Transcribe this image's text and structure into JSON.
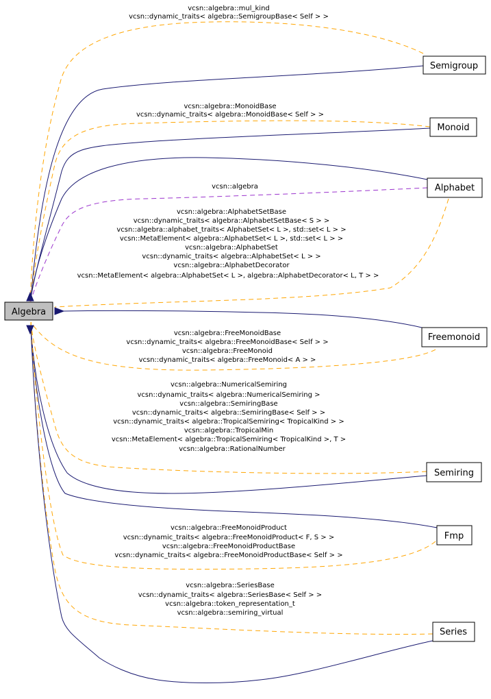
{
  "nodes": {
    "algebra": "Algebra",
    "semigroup": "Semigroup",
    "monoid": "Monoid",
    "alphabet": "Alphabet",
    "freemonoid": "Freemonoid",
    "semiring": "Semiring",
    "fmp": "Fmp",
    "series": "Series"
  },
  "labels": {
    "semigroup": [
      "vcsn::algebra::mul_kind",
      "vcsn::dynamic_traits< algebra::SemigroupBase< Self > >"
    ],
    "monoid": [
      "vcsn::algebra::MonoidBase",
      "vcsn::dynamic_traits< algebra::MonoidBase< Self > >"
    ],
    "alphabet_ns": [
      "vcsn::algebra"
    ],
    "alphabet": [
      "vcsn::algebra::AlphabetSetBase",
      "vcsn::dynamic_traits< algebra::AlphabetSetBase< S > >",
      "vcsn::algebra::alphabet_traits< AlphabetSet< L >, std::set< L > >",
      "vcsn::MetaElement< algebra::AlphabetSet< L >, std::set< L > >",
      "vcsn::algebra::AlphabetSet",
      "vcsn::dynamic_traits< algebra::AlphabetSet< L > >",
      "vcsn::algebra::AlphabetDecorator",
      "vcsn::MetaElement< algebra::AlphabetSet< L >, algebra::AlphabetDecorator< L, T > >"
    ],
    "freemonoid": [
      "vcsn::algebra::FreeMonoidBase",
      "vcsn::dynamic_traits< algebra::FreeMonoidBase< Self > >",
      "vcsn::algebra::FreeMonoid",
      "vcsn::dynamic_traits< algebra::FreeMonoid< A > >"
    ],
    "semiring": [
      "vcsn::algebra::NumericalSemiring",
      "vcsn::dynamic_traits< algebra::NumericalSemiring >",
      "vcsn::algebra::SemiringBase",
      "vcsn::dynamic_traits< algebra::SemiringBase< Self > >",
      "vcsn::dynamic_traits< algebra::TropicalSemiring< TropicalKind > >",
      "vcsn::algebra::TropicalMin",
      "vcsn::MetaElement< algebra::TropicalSemiring< TropicalKind >, T >",
      "vcsn::algebra::RationalNumber"
    ],
    "fmp": [
      "vcsn::algebra::FreeMonoidProduct",
      "vcsn::dynamic_traits< algebra::FreeMonoidProduct< F, S > >",
      "vcsn::algebra::FreeMonoidProductBase",
      "vcsn::dynamic_traits< algebra::FreeMonoidProductBase< Self > >"
    ],
    "series": [
      "vcsn::algebra::SeriesBase",
      "vcsn::dynamic_traits< algebra::SeriesBase< Self > >",
      "vcsn::algebra::token_representation_t",
      "vcsn::algebra::semiring_virtual"
    ]
  },
  "colors": {
    "inheritance": "#191970",
    "usage": "#ffa500",
    "namespace": "#9a32cd",
    "root_fill": "#bfbfbf"
  }
}
